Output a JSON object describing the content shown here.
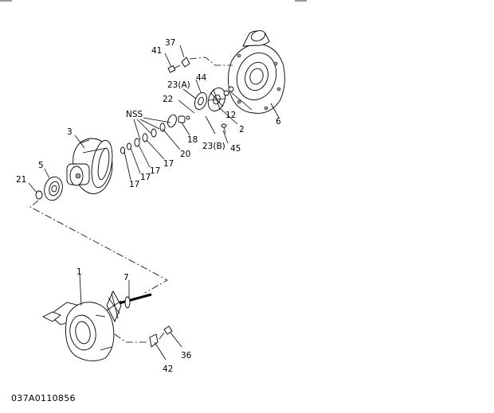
{
  "callouts": [
    "1",
    "2",
    "3",
    "5",
    "6",
    "7",
    "12",
    "17",
    "17",
    "17",
    "17",
    "18",
    "20",
    "21",
    "22",
    "23(A)",
    "23(B)",
    "36",
    "37",
    "41",
    "42",
    "44",
    "45",
    "NSS"
  ],
  "drawing_code": "037A0110856"
}
